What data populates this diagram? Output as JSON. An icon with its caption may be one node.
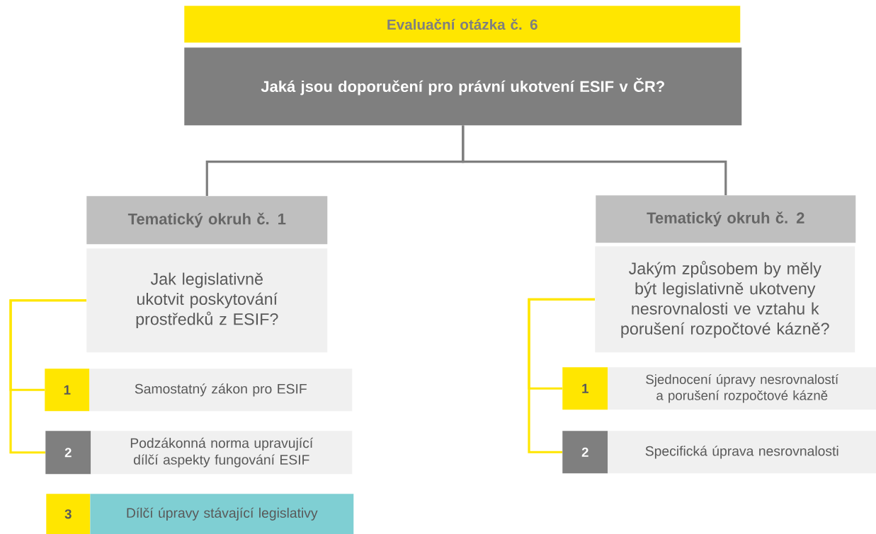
{
  "diagram": {
    "nodes": [
      {
        "text": [
          "Evaluační otázka č. 6"
        ]
      },
      {
        "text": [
          "Jaká jsou doporučení pro právní ukotvení ESIF v ČR?"
        ]
      },
      {
        "text": [
          "Tematický okruh č. 1"
        ]
      },
      {
        "text": [
          "Jak legislativně ukotvit poskytování prostředků z ESIF?"
        ]
      },
      {
        "text": [
          "1"
        ]
      },
      {
        "text": [
          "Samostatný zákon pro ESIF"
        ]
      },
      {
        "text": [
          "2"
        ]
      },
      {
        "text": [
          "Podzákonná norma upravující dílčí aspekty fungování ESIF"
        ]
      },
      {
        "text": [
          "3"
        ]
      },
      {
        "text": [
          "Dílčí úpravy stávající legislativy"
        ]
      },
      {
        "text": [
          "Tematický okruh č. 2"
        ]
      },
      {
        "text": [
          "Jakým způsobem by měly být legislativně ukotveny nesrovnalosti ve vztahu k porušení rozpočtové kázně?"
        ]
      },
      {
        "text": [
          "1"
        ]
      },
      {
        "text": [
          "Sjednocení úpravy nesrovnalostí a porušení rozpočtové kázně"
        ]
      },
      {
        "text": [
          "2"
        ]
      },
      {
        "text": [
          "Specifická úprava nesrovnalosti"
        ]
      }
    ],
    "edges": [
      {
        "from": 1,
        "to": 2,
        "arrow": "none",
        "color": "#7f7f7f"
      },
      {
        "from": 1,
        "to": 10,
        "arrow": "none",
        "color": "#7f7f7f"
      },
      {
        "from": 3,
        "to": 4,
        "arrow": "none"
      },
      {
        "from": 3,
        "to": 6,
        "arrow": "none"
      },
      {
        "from": 11,
        "to": 12,
        "arrow": "none"
      },
      {
        "from": 11,
        "to": 14,
        "arrow": "none"
      }
    ]
  }
}
